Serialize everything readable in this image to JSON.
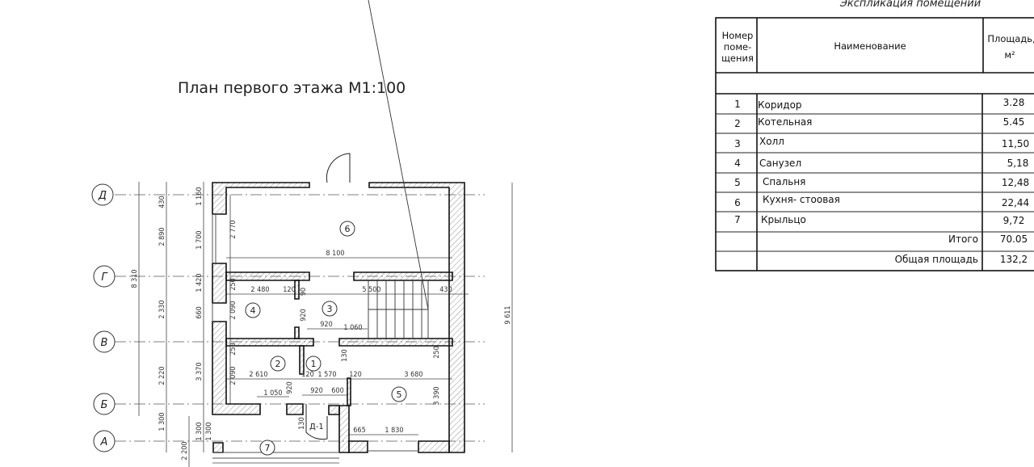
{
  "plan": {
    "title": "План первого этажа  М1:100",
    "axes": [
      "Д",
      "Г",
      "В",
      "Б",
      "А"
    ],
    "rooms": [
      "1",
      "2",
      "3",
      "4",
      "5",
      "6",
      "7"
    ],
    "door_label": "Д-1",
    "dims": [
      "8 310",
      "430",
      "2 890",
      "2 330",
      "2 220",
      "1 300",
      "2 200",
      "1 160",
      "1 700",
      "1 420",
      "660",
      "3 370",
      "1 300",
      "1 300",
      "2 770",
      "250",
      "2 090",
      "250",
      "2 090",
      "8 100",
      "2 480",
      "120",
      "90",
      "5 500",
      "430",
      "920",
      "920",
      "1 060",
      "130",
      "250",
      "2 610",
      "120",
      "1 570",
      "120",
      "3 680",
      "3 390",
      "1 050",
      "920",
      "920",
      "600",
      "130",
      "665",
      "1 830",
      "9 611"
    ]
  },
  "table": {
    "title": "Экспликация помещений",
    "headers": {
      "number": [
        "Номер",
        "поме-",
        "щения"
      ],
      "name": "Наименование",
      "area": [
        "Площадь,",
        "м²"
      ]
    },
    "rows": [
      {
        "n": "1",
        "name": "Коридор",
        "area": "3.28"
      },
      {
        "n": "2",
        "name": "Котельная",
        "area": "5.45"
      },
      {
        "n": "3",
        "name": "Холл",
        "area": "11,50"
      },
      {
        "n": "4",
        "name": "Санузел",
        "area": "5,18"
      },
      {
        "n": "5",
        "name": "Спальня",
        "area": "12,48"
      },
      {
        "n": "6",
        "name": "Кухня- стоовая",
        "area": "22,44"
      },
      {
        "n": "7",
        "name": "Крыльцо",
        "area": "9,72"
      }
    ],
    "total_label": "Итого",
    "total": "70.05",
    "overall_label": "Общая площадь",
    "overall": "132,2"
  }
}
